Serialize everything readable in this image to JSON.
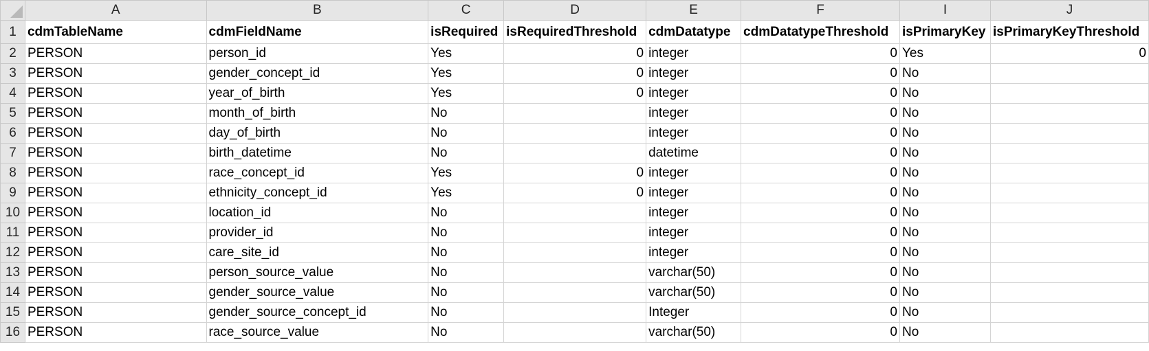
{
  "columns": [
    "A",
    "B",
    "C",
    "D",
    "E",
    "F",
    "I",
    "J"
  ],
  "header": [
    "cdmTableName",
    "cdmFieldName",
    "isRequired",
    "isRequiredThreshold",
    "cdmDatatype",
    "cdmDatatypeThreshold",
    "isPrimaryKey",
    "isPrimaryKeyThreshold"
  ],
  "header_row_number": "1",
  "rows": [
    {
      "n": "2",
      "cells": [
        "PERSON",
        "person_id",
        "Yes",
        "0",
        "integer",
        "0",
        "Yes",
        "0"
      ]
    },
    {
      "n": "3",
      "cells": [
        "PERSON",
        "gender_concept_id",
        "Yes",
        "0",
        "integer",
        "0",
        "No",
        ""
      ]
    },
    {
      "n": "4",
      "cells": [
        "PERSON",
        "year_of_birth",
        "Yes",
        "0",
        "integer",
        "0",
        "No",
        ""
      ]
    },
    {
      "n": "5",
      "cells": [
        "PERSON",
        "month_of_birth",
        "No",
        "",
        "integer",
        "0",
        "No",
        ""
      ]
    },
    {
      "n": "6",
      "cells": [
        "PERSON",
        "day_of_birth",
        "No",
        "",
        "integer",
        "0",
        "No",
        ""
      ]
    },
    {
      "n": "7",
      "cells": [
        "PERSON",
        "birth_datetime",
        "No",
        "",
        "datetime",
        "0",
        "No",
        ""
      ]
    },
    {
      "n": "8",
      "cells": [
        "PERSON",
        "race_concept_id",
        "Yes",
        "0",
        "integer",
        "0",
        "No",
        ""
      ]
    },
    {
      "n": "9",
      "cells": [
        "PERSON",
        "ethnicity_concept_id",
        "Yes",
        "0",
        "integer",
        "0",
        "No",
        ""
      ]
    },
    {
      "n": "10",
      "cells": [
        "PERSON",
        "location_id",
        "No",
        "",
        "integer",
        "0",
        "No",
        ""
      ]
    },
    {
      "n": "11",
      "cells": [
        "PERSON",
        "provider_id",
        "No",
        "",
        "integer",
        "0",
        "No",
        ""
      ]
    },
    {
      "n": "12",
      "cells": [
        "PERSON",
        "care_site_id",
        "No",
        "",
        "integer",
        "0",
        "No",
        ""
      ]
    },
    {
      "n": "13",
      "cells": [
        "PERSON",
        "person_source_value",
        "No",
        "",
        "varchar(50)",
        "0",
        "No",
        ""
      ]
    },
    {
      "n": "14",
      "cells": [
        "PERSON",
        "gender_source_value",
        "No",
        "",
        "varchar(50)",
        "0",
        "No",
        ""
      ]
    },
    {
      "n": "15",
      "cells": [
        "PERSON",
        "gender_source_concept_id",
        "No",
        "",
        "Integer",
        "0",
        "No",
        ""
      ]
    },
    {
      "n": "16",
      "cells": [
        "PERSON",
        "race_source_value",
        "No",
        "",
        "varchar(50)",
        "0",
        "No",
        ""
      ]
    }
  ]
}
